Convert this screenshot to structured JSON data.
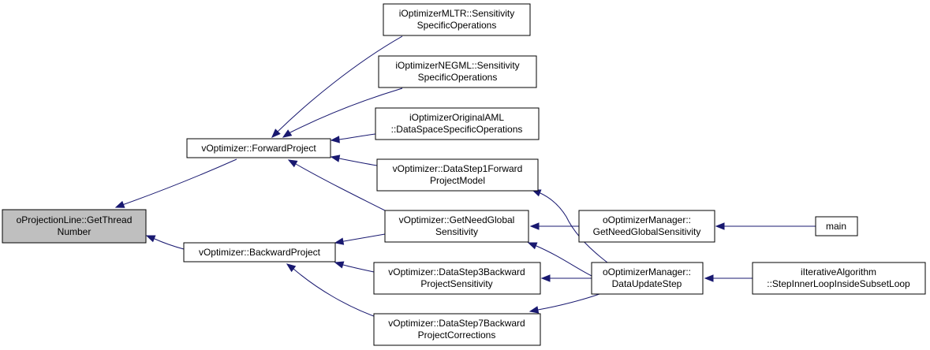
{
  "nodes": {
    "root": {
      "lines": [
        "oProjectionLine::GetThread",
        "Number"
      ]
    },
    "forward": {
      "lines": [
        "vOptimizer::ForwardProject"
      ]
    },
    "backward": {
      "lines": [
        "vOptimizer::BackwardProject"
      ]
    },
    "mltr": {
      "lines": [
        "iOptimizerMLTR::Sensitivity",
        "SpecificOperations"
      ]
    },
    "negml": {
      "lines": [
        "iOptimizerNEGML::Sensitivity",
        "SpecificOperations"
      ]
    },
    "origaml": {
      "lines": [
        "iOptimizerOriginalAML",
        "::DataSpaceSpecificOperations"
      ]
    },
    "ds1": {
      "lines": [
        "vOptimizer::DataStep1Forward",
        "ProjectModel"
      ]
    },
    "gng": {
      "lines": [
        "vOptimizer::GetNeedGlobal",
        "Sensitivity"
      ]
    },
    "ds3": {
      "lines": [
        "vOptimizer::DataStep3Backward",
        "ProjectSensitivity"
      ]
    },
    "ds7": {
      "lines": [
        "vOptimizer::DataStep7Backward",
        "ProjectCorrections"
      ]
    },
    "mgr_gng": {
      "lines": [
        "oOptimizerManager::",
        "GetNeedGlobalSensitivity"
      ]
    },
    "mgr_dus": {
      "lines": [
        "oOptimizerManager::",
        "DataUpdateStep"
      ]
    },
    "main": {
      "lines": [
        "main"
      ]
    },
    "iter": {
      "lines": [
        "iIterativeAlgorithm",
        "::StepInnerLoopInsideSubsetLoop"
      ]
    }
  },
  "edges": [
    {
      "from": "forward",
      "to": "root"
    },
    {
      "from": "backward",
      "to": "root"
    },
    {
      "from": "mltr",
      "to": "forward"
    },
    {
      "from": "negml",
      "to": "forward"
    },
    {
      "from": "origaml",
      "to": "forward"
    },
    {
      "from": "ds1",
      "to": "forward"
    },
    {
      "from": "gng",
      "to": "forward"
    },
    {
      "from": "gng",
      "to": "backward"
    },
    {
      "from": "ds3",
      "to": "backward"
    },
    {
      "from": "ds7",
      "to": "backward"
    },
    {
      "from": "mgr_gng",
      "to": "gng"
    },
    {
      "from": "mgr_dus",
      "to": "gng"
    },
    {
      "from": "mgr_dus",
      "to": "ds1"
    },
    {
      "from": "mgr_dus",
      "to": "ds3"
    },
    {
      "from": "mgr_dus",
      "to": "ds7"
    },
    {
      "from": "main",
      "to": "mgr_gng"
    },
    {
      "from": "iter",
      "to": "mgr_dus"
    }
  ]
}
